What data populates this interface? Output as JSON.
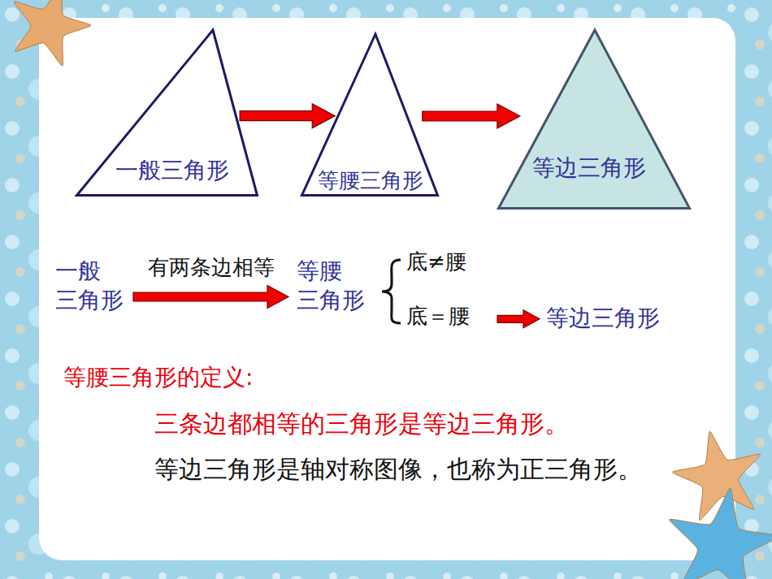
{
  "diagram": {
    "nodes": [
      {
        "text": [
          "一般三角形"
        ]
      },
      {
        "text": [
          "等腰三角形"
        ]
      },
      {
        "text": [
          "等边三角形"
        ]
      },
      {
        "text": [
          "一般 三角形"
        ]
      },
      {
        "text": [
          "等腰 三角形"
        ]
      },
      {
        "text": [
          "底≠腰"
        ]
      },
      {
        "text": [
          "底＝腰"
        ]
      },
      {
        "text": [
          "等边三角形"
        ]
      }
    ],
    "edges": [
      {
        "from": 0,
        "to": 1,
        "arrow": "to"
      },
      {
        "from": 1,
        "to": 2,
        "arrow": "to"
      },
      {
        "from": 3,
        "to": 4,
        "arrow": "to",
        "label": "有两条边相等"
      },
      {
        "from": 6,
        "to": 7,
        "arrow": "to"
      }
    ],
    "labels": [
      "等腰三角形的定义:",
      "三条边都相等的三角形是等边三角形。",
      "等边三角形是轴对称图像，也称为正三角形。"
    ]
  }
}
